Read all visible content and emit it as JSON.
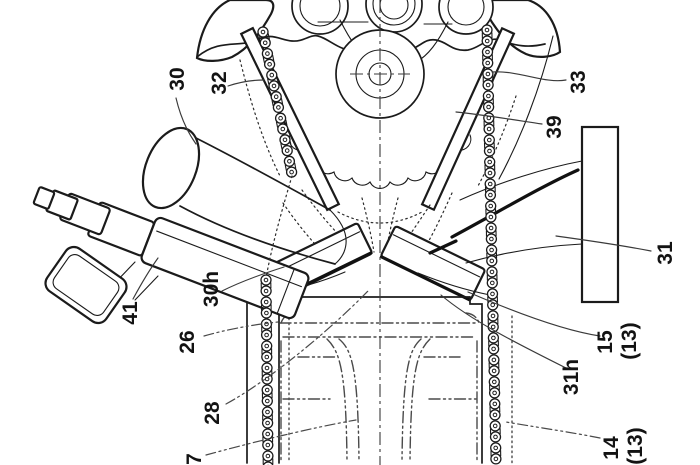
{
  "figure": {
    "title": "Patent line drawing: engine cylinder head cross-section with V-angled valves, cam sprocket, cam chain, intake funnel, fuel injector, exhaust flange and phantom piston",
    "background_color": "#ffffff",
    "line_color": "#1b1b1b",
    "reference_labels": {
      "r30": "30",
      "r32": "32",
      "r33": "33",
      "r39": "39",
      "r31": "31",
      "r41": "41",
      "r30h": "30h",
      "r26": "26",
      "r28": "28",
      "r7": "7",
      "r15": "15",
      "r15_sub": "(13)",
      "r31h": "31h",
      "r14": "14",
      "r14_sub": "(13)"
    }
  }
}
